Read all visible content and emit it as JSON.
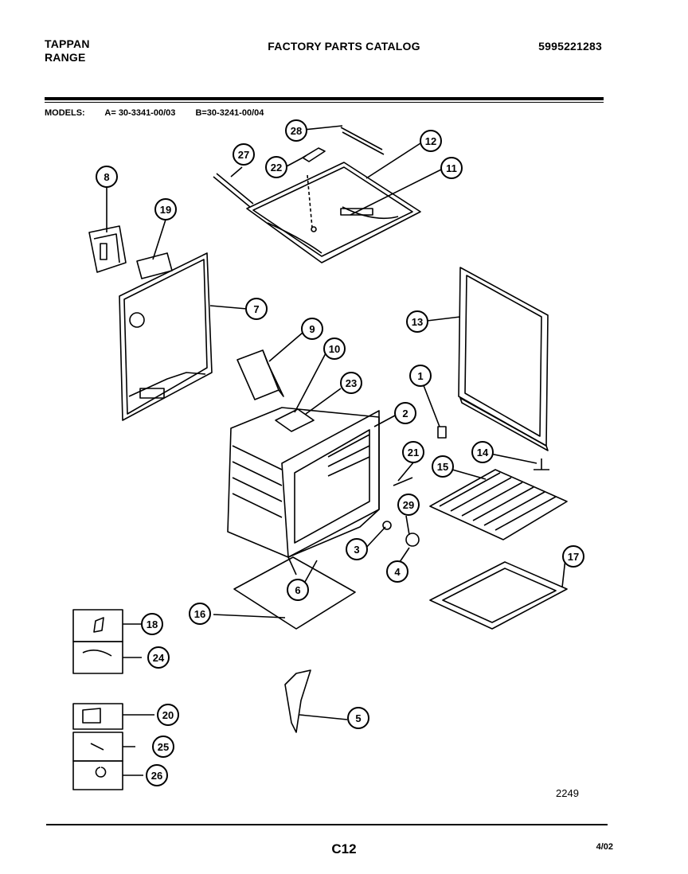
{
  "header": {
    "brand_line1": "TAPPAN",
    "brand_line2": "RANGE",
    "title": "FACTORY PARTS CATALOG",
    "catalog_number": "5995221283"
  },
  "models": {
    "label": "MODELS:",
    "model_a": "A= 30-3341-00/03",
    "model_b": "B=30-3241-00/04"
  },
  "callouts": [
    "28",
    "22",
    "27",
    "12",
    "11",
    "8",
    "19",
    "7",
    "13",
    "9",
    "10",
    "23",
    "1",
    "2",
    "21",
    "14",
    "15",
    "29",
    "3",
    "4",
    "17",
    "6",
    "16",
    "18",
    "24",
    "20",
    "5",
    "25",
    "26"
  ],
  "drawing_number": "2249",
  "footer": {
    "page_code": "C12",
    "date": "4/02"
  }
}
